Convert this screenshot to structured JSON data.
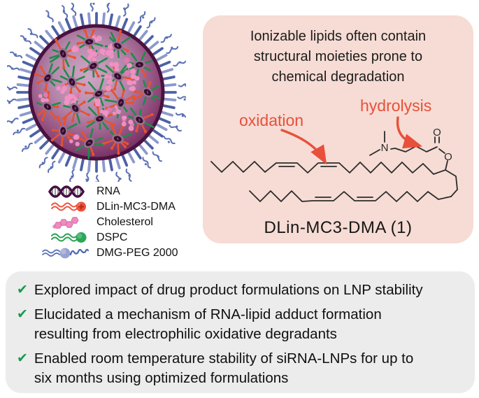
{
  "lnp": {
    "alt": "Lipid nanoparticle cross-section illustration"
  },
  "legend": {
    "items": [
      {
        "label": "RNA"
      },
      {
        "label": "DLin-MC3-DMA"
      },
      {
        "label": "Cholesterol"
      },
      {
        "label": "DSPC"
      },
      {
        "label": "DMG-PEG 2000"
      }
    ]
  },
  "degradation_panel": {
    "title": "Ionizable lipids often contain\nstructural moieties prone to\nchemical degradation",
    "oxidation_label": "oxidation",
    "hydrolysis_label": "hydrolysis",
    "molecule_name": "DLin-MC3-DMA (1)",
    "atom_labels": {
      "nitrogen": "N",
      "carbonyl_oxygen": "O",
      "ester_oxygen": "O"
    }
  },
  "highlights": {
    "check_glyph": "✔",
    "bullets": [
      "Explored impact of drug product formulations on LNP stability",
      "Elucidated a mechanism of RNA-lipid adduct formation\nresulting from electrophilic oxidative degradants",
      "Enabled room temperature stability of siRNA-LNPs for up to\nsix months using optimized formulations"
    ]
  },
  "colors": {
    "panel_pink": "#f6dcd4",
    "panel_gray": "#ececec",
    "accent_red": "#e8503c",
    "check_green": "#169b4f",
    "rna_purple": "#471041",
    "mc3_orange": "#ef4f38",
    "cholesterol_pink": "#ee8cc0",
    "dspc_green": "#2aa757",
    "peg_blue": "#4a67b0"
  }
}
